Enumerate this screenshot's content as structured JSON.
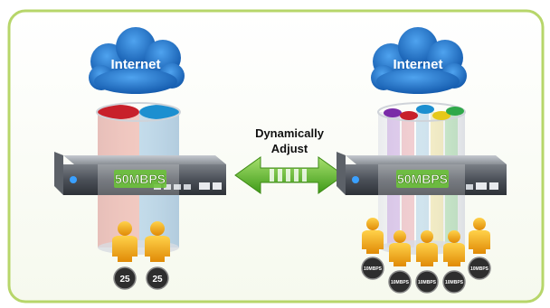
{
  "left_scene": {
    "cloud_label": "Internet",
    "bandwidth_label": "50MBPS",
    "users": [
      {
        "label": "25"
      },
      {
        "label": "25"
      }
    ]
  },
  "right_scene": {
    "cloud_label": "Internet",
    "bandwidth_label": "50MBPS",
    "users": [
      {
        "label": "10MBPS"
      },
      {
        "label": "10MBPS"
      },
      {
        "label": "10MBPS"
      },
      {
        "label": "10MBPS"
      },
      {
        "label": "10MBPS"
      }
    ]
  },
  "center": {
    "line1": "Dynamically",
    "line2": "Adjust"
  },
  "colors": {
    "frame": "#b7d66a",
    "cloud": "#1f6fc4",
    "green_label": "#6cc23a",
    "arrow": "#5fb52b",
    "user": "#f0a818"
  },
  "icons": [
    "cloud-icon",
    "router-icon",
    "user-icon",
    "double-arrow-icon"
  ]
}
